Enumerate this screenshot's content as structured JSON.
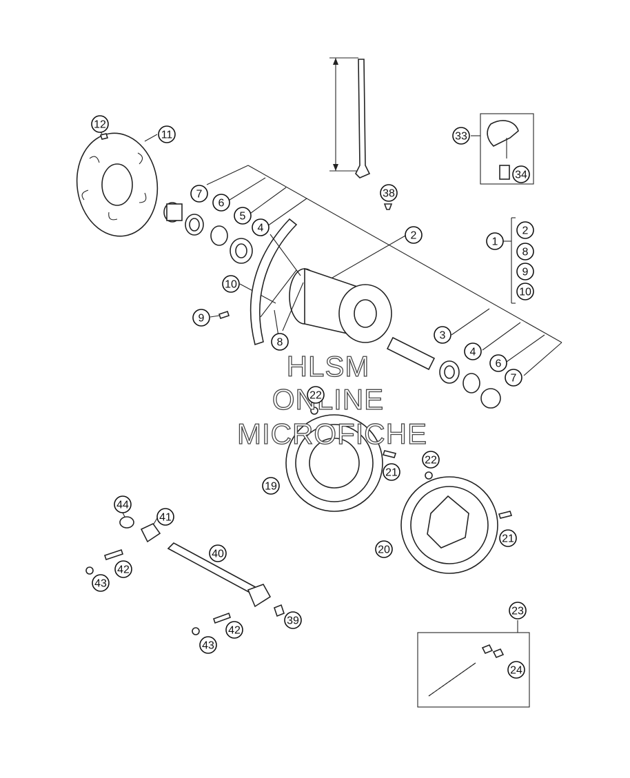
{
  "watermark": {
    "line1": "HLSM",
    "line2": "ONLINE",
    "line3": "MICROFICHE"
  },
  "callouts": [
    {
      "id": "c1",
      "num": "1"
    },
    {
      "id": "c2a",
      "num": "2"
    },
    {
      "id": "c2b",
      "num": "2"
    },
    {
      "id": "c3",
      "num": "3"
    },
    {
      "id": "c4a",
      "num": "4"
    },
    {
      "id": "c4b",
      "num": "4"
    },
    {
      "id": "c5",
      "num": "5"
    },
    {
      "id": "c6a",
      "num": "6"
    },
    {
      "id": "c6b",
      "num": "6"
    },
    {
      "id": "c7a",
      "num": "7"
    },
    {
      "id": "c7b",
      "num": "7"
    },
    {
      "id": "c8a",
      "num": "8"
    },
    {
      "id": "c8b",
      "num": "8"
    },
    {
      "id": "c9a",
      "num": "9"
    },
    {
      "id": "c9b",
      "num": "9"
    },
    {
      "id": "c10a",
      "num": "10"
    },
    {
      "id": "c10b",
      "num": "10"
    },
    {
      "id": "c11",
      "num": "11"
    },
    {
      "id": "c12",
      "num": "12"
    },
    {
      "id": "c19",
      "num": "19"
    },
    {
      "id": "c20",
      "num": "20"
    },
    {
      "id": "c21a",
      "num": "21"
    },
    {
      "id": "c21b",
      "num": "21"
    },
    {
      "id": "c22a",
      "num": "22"
    },
    {
      "id": "c22b",
      "num": "22"
    },
    {
      "id": "c23",
      "num": "23"
    },
    {
      "id": "c24",
      "num": "24"
    },
    {
      "id": "c33",
      "num": "33"
    },
    {
      "id": "c34",
      "num": "34"
    },
    {
      "id": "c38",
      "num": "38"
    },
    {
      "id": "c39",
      "num": "39"
    },
    {
      "id": "c40",
      "num": "40"
    },
    {
      "id": "c41",
      "num": "41"
    },
    {
      "id": "c42a",
      "num": "42"
    },
    {
      "id": "c42b",
      "num": "42"
    },
    {
      "id": "c43a",
      "num": "43"
    },
    {
      "id": "c43b",
      "num": "43"
    },
    {
      "id": "c44",
      "num": "44"
    }
  ]
}
